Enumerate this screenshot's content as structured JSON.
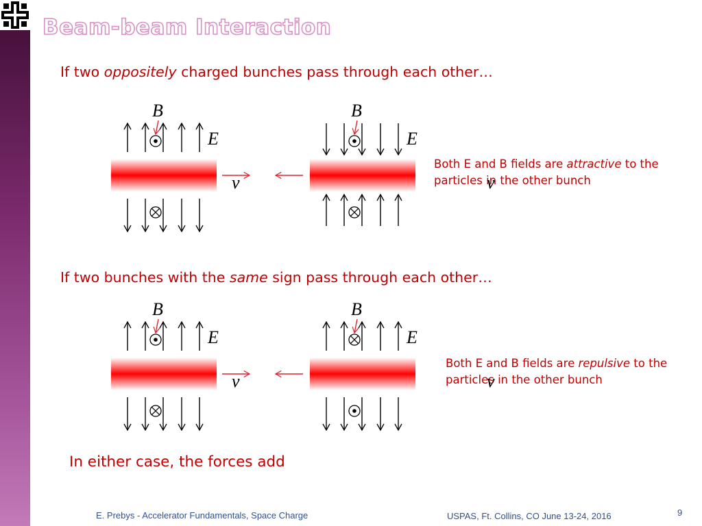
{
  "slide": {
    "title": "Beam-beam Interaction",
    "page_number": "9"
  },
  "section1": {
    "prefix": "If two ",
    "emphasis": "oppositely",
    "suffix": " charged bunches pass through each other…",
    "note_prefix": "Both E and B fields are ",
    "note_emphasis": "attractive",
    "note_suffix": " to the particles in the other bunch"
  },
  "section2": {
    "prefix": "If two bunches with the ",
    "emphasis": "same",
    "suffix": " sign pass through each other…",
    "note_prefix": "Both E and B fields are ",
    "note_emphasis": "repulsive",
    "note_suffix": " to the particles in the other bunch"
  },
  "conclusion": "In either case, the forces add",
  "diagram_labels": {
    "magnetic": "B",
    "electric": "E",
    "velocity": "v"
  },
  "colors": {
    "accent_red": "#c00000",
    "bunch_red": "#ff0000",
    "title_outline": "#d891c4",
    "footer_blue": "#2f4f8f"
  },
  "icons": [
    "fermilab-logo",
    "field-arrow",
    "dot-out-of-page",
    "cross-into-page"
  ],
  "footer": {
    "left": "E. Prebys - Accelerator Fundamentals, Space Charge",
    "right": "USPAS, Ft. Collins, CO June 13-24, 2016"
  }
}
